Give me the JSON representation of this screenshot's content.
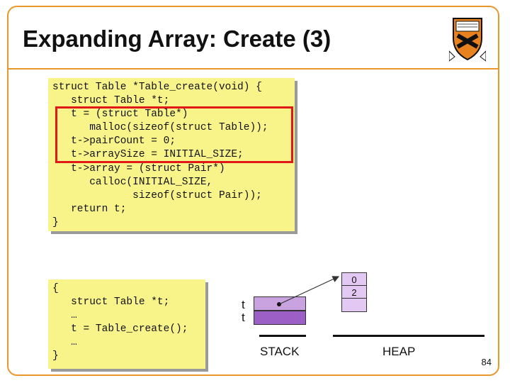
{
  "slide": {
    "title": "Expanding Array: Create (3)",
    "page_number": "84"
  },
  "code_main": "struct Table *Table_create(void) {\n   struct Table *t;\n   t = (struct Table*)\n      malloc(sizeof(struct Table));\n   t->pairCount = 0;\n   t->arraySize = INITIAL_SIZE;\n   t->array = (struct Pair*)\n      calloc(INITIAL_SIZE,\n             sizeof(struct Pair));\n   return t;\n}",
  "code_caller": "{\n   struct Table *t;\n   …\n   t = Table_create();\n   …\n}",
  "diagram": {
    "stack_label": "STACK",
    "heap_label": "HEAP",
    "stack_var_1": "t",
    "stack_var_2": "t",
    "heap_cells": [
      "0",
      "2",
      ""
    ]
  },
  "colors": {
    "border": "#e8982a",
    "code_bg": "#f8f48a",
    "highlight": "#e01818",
    "heap_cell": "#e2c8f2",
    "stack_frame": "#9c5fc5"
  }
}
